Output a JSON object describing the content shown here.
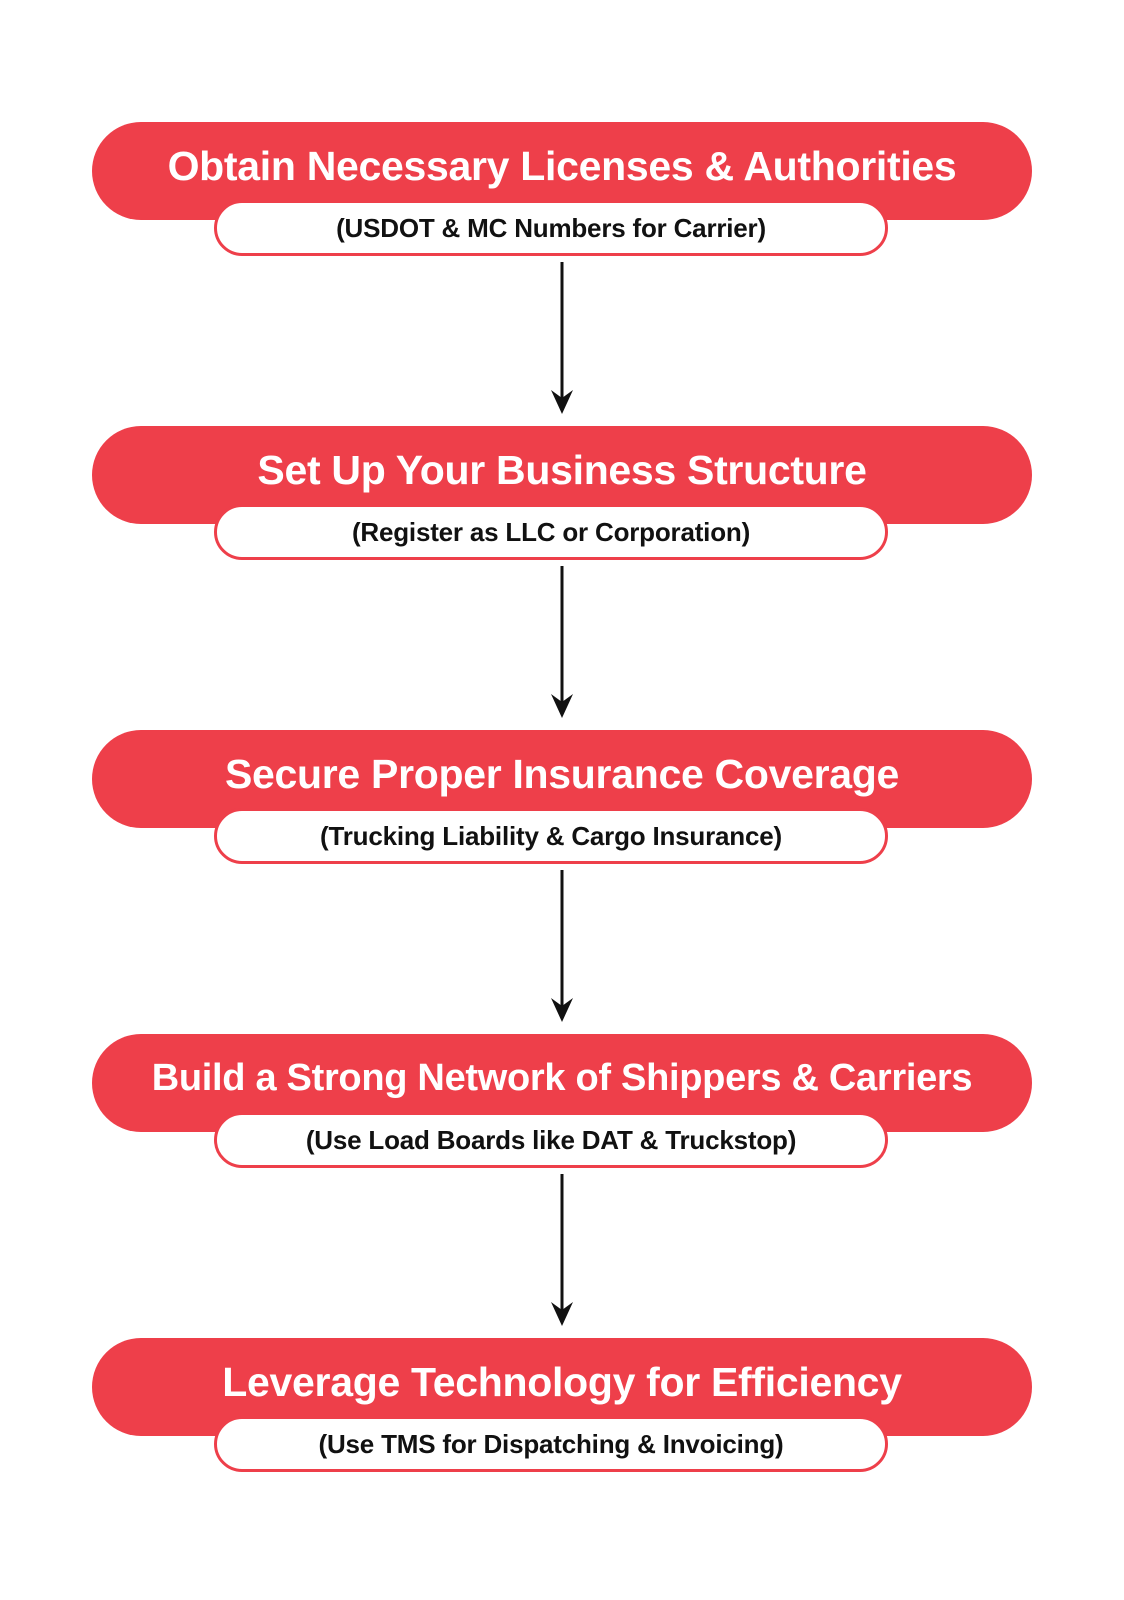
{
  "steps": [
    {
      "title": "Obtain Necessary Licenses & Authorities",
      "subtitle": "(USDOT & MC Numbers for Carrier)"
    },
    {
      "title": "Set Up Your Business Structure",
      "subtitle": "(Register as LLC or Corporation)"
    },
    {
      "title": "Secure Proper Insurance Coverage",
      "subtitle": "(Trucking Liability & Cargo Insurance)"
    },
    {
      "title": "Build a Strong Network of Shippers & Carriers",
      "subtitle": "(Use Load Boards like DAT & Truckstop)"
    },
    {
      "title": "Leverage Technology for Efficiency",
      "subtitle": "(Use TMS for Dispatching & Invoicing)"
    }
  ],
  "colors": {
    "accent": "#ee3f4a",
    "text_dark": "#111111",
    "arrow": "#111111"
  }
}
